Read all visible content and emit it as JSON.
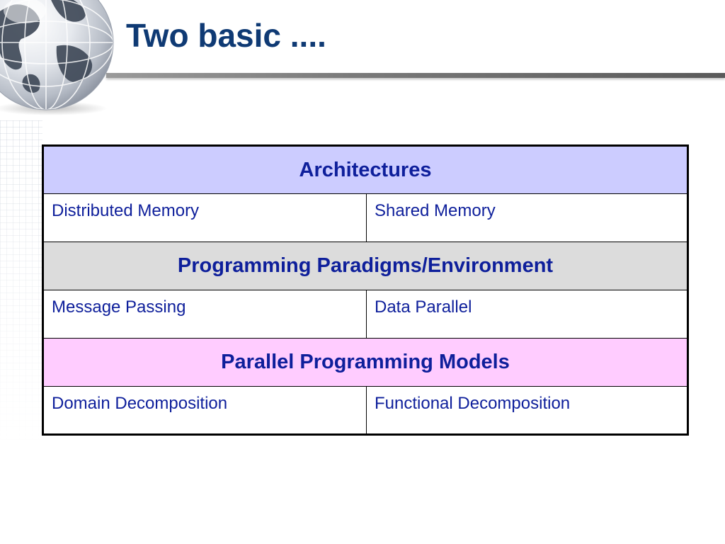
{
  "slide": {
    "title": "Two basic ....",
    "title_color": "#0f3a74",
    "logo_icon": "globe-icon"
  },
  "table": {
    "text_color": "#0e1f9b",
    "sections": [
      {
        "header": "Architectures",
        "header_bg": "#ccccff",
        "left": "Distributed Memory",
        "right": "Shared Memory"
      },
      {
        "header": "Programming Paradigms/Environment",
        "header_bg": "#dcdcdc",
        "left": "Message Passing",
        "right": "Data Parallel"
      },
      {
        "header": "Parallel Programming Models",
        "header_bg": "#ffccff",
        "left": "Domain Decomposition",
        "right": "Functional Decomposition"
      }
    ]
  }
}
